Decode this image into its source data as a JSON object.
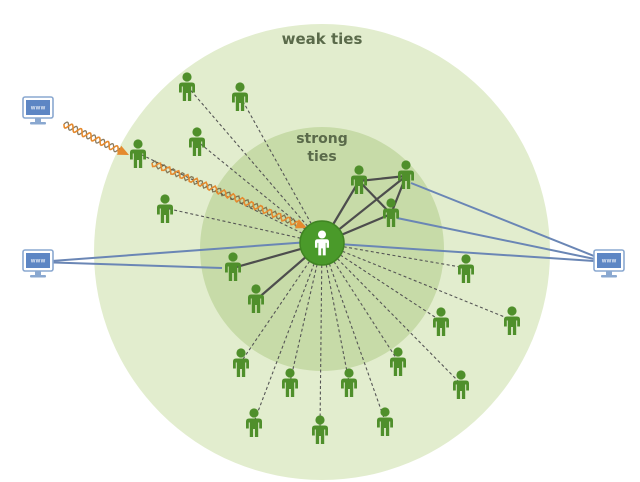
{
  "labels": {
    "weak": "weak ties",
    "strong_line1": "strong",
    "strong_line2": "ties",
    "www": "www"
  },
  "colors": {
    "outer_circle": "#e2edce",
    "inner_circle": "#c7dba8",
    "person": "#4f8f2b",
    "center": "#4a9a2a",
    "strong_line": "#4d4d4d",
    "weak_line": "#555555",
    "web_line": "#6a86b5",
    "arrow": "#e58a2e",
    "computer_frame": "#8aa8d0",
    "computer_screen": "#5d86c4"
  },
  "icons": {
    "person": "person-icon",
    "center": "person-center-icon",
    "computer": "computer-icon"
  }
}
